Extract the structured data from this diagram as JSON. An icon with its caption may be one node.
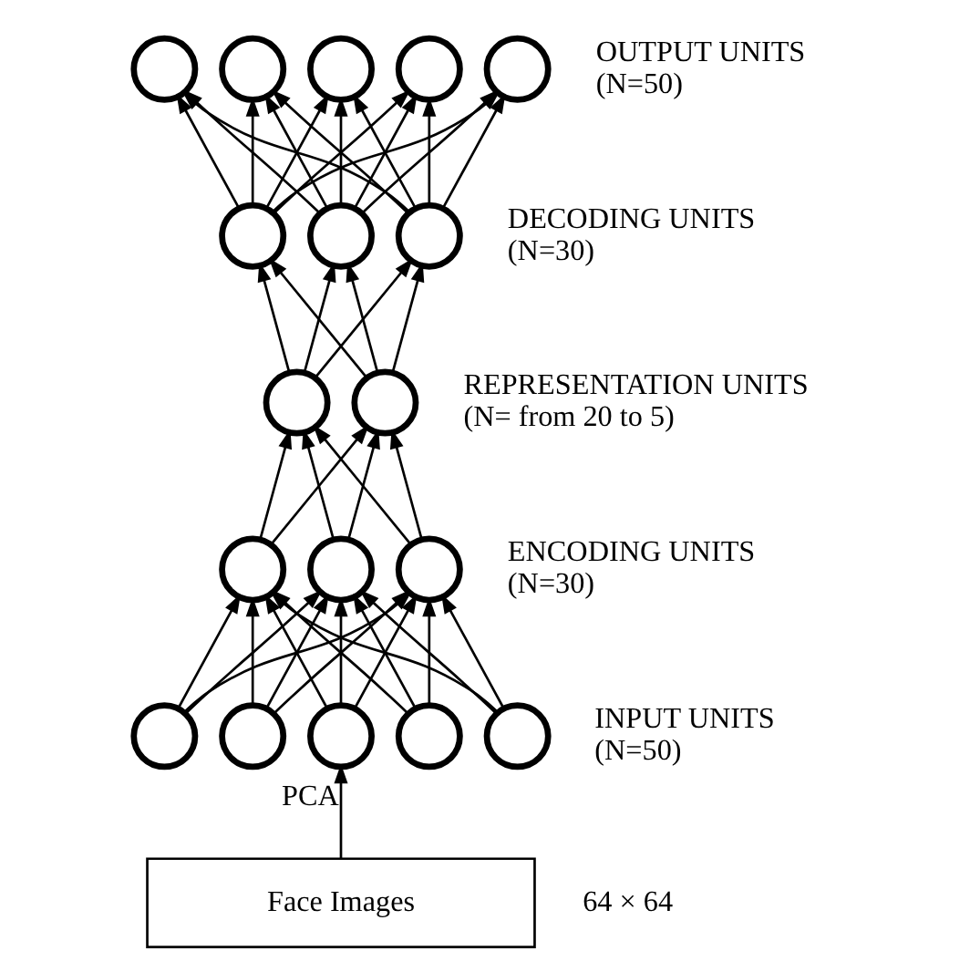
{
  "diagram": {
    "nodes": [
      {
        "text": [],
        "shape": "circle"
      },
      {
        "text": [],
        "shape": "circle"
      },
      {
        "text": [],
        "shape": "circle"
      },
      {
        "text": [],
        "shape": "circle"
      },
      {
        "text": [],
        "shape": "circle"
      },
      {
        "text": [],
        "shape": "circle"
      },
      {
        "text": [],
        "shape": "circle"
      },
      {
        "text": [],
        "shape": "circle"
      },
      {
        "text": [],
        "shape": "circle"
      },
      {
        "text": [],
        "shape": "circle"
      },
      {
        "text": [],
        "shape": "circle"
      },
      {
        "text": [],
        "shape": "circle"
      },
      {
        "text": [],
        "shape": "circle"
      },
      {
        "text": [],
        "shape": "circle"
      },
      {
        "text": [],
        "shape": "circle"
      },
      {
        "text": [],
        "shape": "circle"
      },
      {
        "text": [],
        "shape": "circle"
      },
      {
        "text": [],
        "shape": "circle"
      },
      {
        "text": [
          "Face Images"
        ],
        "beside": [
          "64 × 64"
        ]
      }
    ],
    "edges": [
      {
        "from": 5,
        "to": 0,
        "arrow": "to"
      },
      {
        "from": 5,
        "to": 1,
        "arrow": "to"
      },
      {
        "from": 5,
        "to": 2,
        "arrow": "to"
      },
      {
        "from": 5,
        "to": 3,
        "arrow": "to"
      },
      {
        "from": 5,
        "to": 4,
        "arrow": "to"
      },
      {
        "from": 6,
        "to": 0,
        "arrow": "to"
      },
      {
        "from": 6,
        "to": 1,
        "arrow": "to"
      },
      {
        "from": 6,
        "to": 2,
        "arrow": "to"
      },
      {
        "from": 6,
        "to": 3,
        "arrow": "to"
      },
      {
        "from": 6,
        "to": 4,
        "arrow": "to"
      },
      {
        "from": 7,
        "to": 0,
        "arrow": "to"
      },
      {
        "from": 7,
        "to": 1,
        "arrow": "to"
      },
      {
        "from": 7,
        "to": 2,
        "arrow": "to"
      },
      {
        "from": 7,
        "to": 3,
        "arrow": "to"
      },
      {
        "from": 7,
        "to": 4,
        "arrow": "to"
      },
      {
        "from": 8,
        "to": 5,
        "arrow": "to"
      },
      {
        "from": 8,
        "to": 6,
        "arrow": "to"
      },
      {
        "from": 8,
        "to": 7,
        "arrow": "to"
      },
      {
        "from": 9,
        "to": 5,
        "arrow": "to"
      },
      {
        "from": 9,
        "to": 6,
        "arrow": "to"
      },
      {
        "from": 9,
        "to": 7,
        "arrow": "to"
      },
      {
        "from": 10,
        "to": 8,
        "arrow": "to"
      },
      {
        "from": 10,
        "to": 9,
        "arrow": "to"
      },
      {
        "from": 11,
        "to": 8,
        "arrow": "to"
      },
      {
        "from": 11,
        "to": 9,
        "arrow": "to"
      },
      {
        "from": 12,
        "to": 8,
        "arrow": "to"
      },
      {
        "from": 12,
        "to": 9,
        "arrow": "to"
      },
      {
        "from": 13,
        "to": 10,
        "arrow": "to"
      },
      {
        "from": 13,
        "to": 11,
        "arrow": "to"
      },
      {
        "from": 13,
        "to": 12,
        "arrow": "to"
      },
      {
        "from": 14,
        "to": 10,
        "arrow": "to"
      },
      {
        "from": 14,
        "to": 11,
        "arrow": "to"
      },
      {
        "from": 14,
        "to": 12,
        "arrow": "to"
      },
      {
        "from": 15,
        "to": 10,
        "arrow": "to"
      },
      {
        "from": 15,
        "to": 11,
        "arrow": "to"
      },
      {
        "from": 15,
        "to": 12,
        "arrow": "to"
      },
      {
        "from": 16,
        "to": 10,
        "arrow": "to"
      },
      {
        "from": 16,
        "to": 11,
        "arrow": "to"
      },
      {
        "from": 16,
        "to": 12,
        "arrow": "to"
      },
      {
        "from": 17,
        "to": 10,
        "arrow": "to"
      },
      {
        "from": 17,
        "to": 11,
        "arrow": "to"
      },
      {
        "from": 17,
        "to": 12,
        "arrow": "to"
      },
      {
        "from": 18,
        "to": 15,
        "arrow": "to",
        "label": "PCA"
      }
    ],
    "labels": [
      "OUTPUT UNITS",
      "(N=50)",
      "DECODING UNITS",
      "(N=30)",
      "REPRESENTATION UNITS",
      "(N= from 20 to 5)",
      "ENCODING UNITS",
      "(N=30)",
      "INPUT UNITS",
      "(N=50)"
    ]
  }
}
